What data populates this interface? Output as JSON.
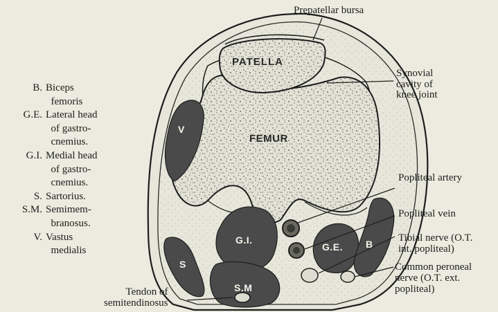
{
  "labels": {
    "prepatellar_bursa": "Prepatellar bursa",
    "synovial_cavity": "Synovial\ncavity of\nknee joint",
    "popliteal_artery": "Popliteal artery",
    "popliteal_vein": "Popliteal vein",
    "tibial_nerve": "Tibial nerve (O.T.\nint. popliteal)",
    "common_peroneal_nerve": "Common peroneal\nnerve (O.T. ext.\npopliteal)",
    "tendon_semitendinosus": "Tendon of\nsemitendinosus"
  },
  "structure_labels": {
    "patella": "PATELLA",
    "femur": "FEMUR",
    "vastus": "V",
    "gastro_internal": "G.I.",
    "gastro_external": "G.E.",
    "biceps": "B",
    "sartorius": "S",
    "semimembranosus": "S.M"
  },
  "legend": [
    {
      "abbr": "B.",
      "desc": "Biceps\n  femoris"
    },
    {
      "abbr": "G.E.",
      "desc": "Lateral head\n  of gastro-\n  cnemius."
    },
    {
      "abbr": "G.I.",
      "desc": "Medial head\n  of gastro-\n  cnemius."
    },
    {
      "abbr": "S.",
      "desc": "Sartorius."
    },
    {
      "abbr": "S.M.",
      "desc": "Semimem-\n  branosus."
    },
    {
      "abbr": "V.",
      "desc": "Vastus\n  medialis"
    }
  ],
  "colors": {
    "background": "#ebebdf",
    "muscle": "#4a4a4a",
    "bone": "#e1e1d6",
    "line": "#1d1d1d"
  }
}
